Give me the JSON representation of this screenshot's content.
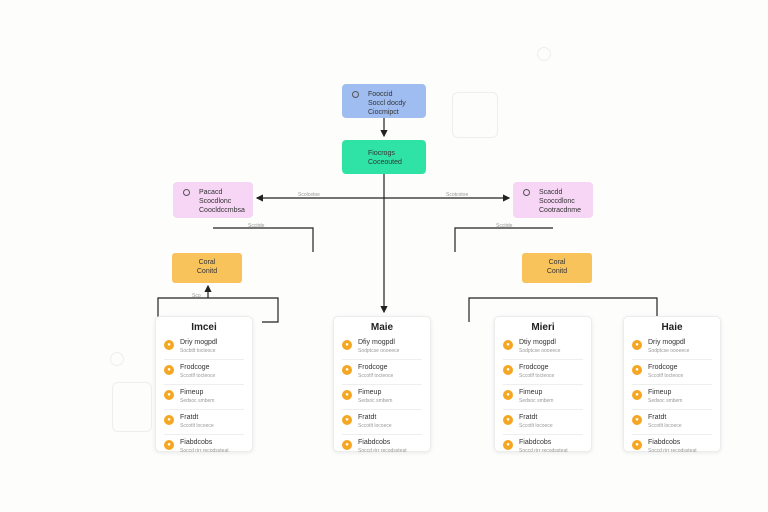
{
  "nodes": {
    "top": {
      "lines": [
        "Fooccid",
        "Soccl docdy",
        "Ciocmipct"
      ]
    },
    "main": {
      "lines": [
        "Fiocrogs",
        "Coceouted"
      ]
    },
    "left": {
      "lines": [
        "Pacacd",
        "Scocdlonc",
        "Coocldccmbsa"
      ]
    },
    "right": {
      "lines": [
        "Scacdd",
        "Scoccdlonc",
        "Cootracdnme"
      ]
    },
    "orangeLeft": {
      "lines": [
        "Coral",
        "Conitd"
      ]
    },
    "orangeRight": {
      "lines": [
        "Coral",
        "Conitd"
      ]
    }
  },
  "cards": [
    {
      "title": "Imcei",
      "items": [
        {
          "t1": "Driy mogpdl",
          "t2": "Socbtlt tocteoce"
        },
        {
          "t1": "Frodcoge",
          "t2": "Sccotlf tocteoce"
        },
        {
          "t1": "Fimeup",
          "t2": "Sedsoc smbem"
        },
        {
          "t1": "Fratdt",
          "t2": "Sccotlt locoece"
        },
        {
          "t1": "Fiabdcobs",
          "t2": "Soccd rirr recodssteat"
        }
      ]
    },
    {
      "title": "Maie",
      "items": [
        {
          "t1": "Dfiy mogpdl",
          "t2": "Sodptcse oooeece"
        },
        {
          "t1": "Frodcoge",
          "t2": "Sccotlf tocteoce"
        },
        {
          "t1": "Fimeup",
          "t2": "Sedsoc smbem"
        },
        {
          "t1": "Fratdt",
          "t2": "Sccotlt locoece"
        },
        {
          "t1": "Fiabdcobs",
          "t2": "Soccd rirr recodssteat"
        }
      ]
    },
    {
      "title": "Mieri",
      "items": [
        {
          "t1": "Dtiy mogpdl",
          "t2": "Sodptcse oooeece"
        },
        {
          "t1": "Frodcoge",
          "t2": "Sccotlf tocteoce"
        },
        {
          "t1": "Fimeup",
          "t2": "Sedsoc smbem"
        },
        {
          "t1": "Fratdt",
          "t2": "Sccotlt locoece"
        },
        {
          "t1": "Fiabdcobs",
          "t2": "Soccd rirr recodssteat"
        }
      ]
    },
    {
      "title": "Haie",
      "items": [
        {
          "t1": "Driy mogpdl",
          "t2": "Sodptcse oooeece"
        },
        {
          "t1": "Frodcoge",
          "t2": "Sccotlf tocteoce"
        },
        {
          "t1": "Fimeup",
          "t2": "Sedsoc smbem"
        },
        {
          "t1": "Fratdt",
          "t2": "Sccotlt locoece"
        },
        {
          "t1": "Fiabdcobs",
          "t2": "Soccd rirr recodssteat"
        }
      ]
    }
  ],
  "edgeLabels": [
    "Scolcetoe",
    "Scotcotoe",
    "Sccitde",
    "Sccitde",
    "Sco"
  ]
}
